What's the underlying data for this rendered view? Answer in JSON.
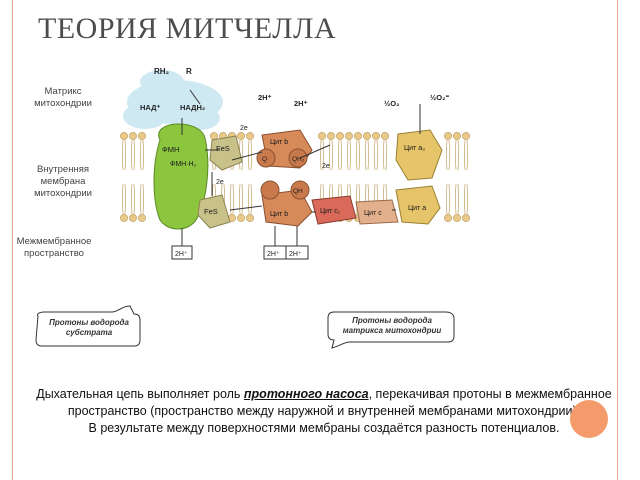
{
  "slide": {
    "title": "ТЕОРИЯ МИТЧЕЛЛА",
    "accent_color": "#f59a6b",
    "frame_color": "#e9a98f"
  },
  "labels": {
    "matrix": [
      "Матрикс",
      "митохондрии"
    ],
    "inner_membrane": [
      "Внутренняя",
      "мембрана",
      "митохондрии"
    ],
    "intermembrane": [
      "Межмембранное",
      "пространство"
    ]
  },
  "diagram": {
    "RH2": "RH₂",
    "R": "R",
    "nad": "НАД⁺",
    "nadh": "НАДН₂",
    "fmn": "ФМН",
    "fmnh": "ФМН·Н₂",
    "fes_top": "FeS",
    "fes_bottom": "FeS",
    "two_e_top": "2e",
    "two_e_mid": "2e",
    "two_e_right": "2e",
    "h_top_1": "2H⁺",
    "h_top_2": "2H⁺",
    "half_o2": "½O₂",
    "half_o2_ion": "½O₂⁼",
    "cyt_b_top": "Цит b",
    "q_top": "Q",
    "qh": "QH₂",
    "q_bottom": "QH",
    "cyt_b_bottom": "Цит b",
    "cyt_c1": "Цит c₁",
    "cyt_c": "Цит c",
    "cyt_a3": "Цит a₃",
    "cyt_a": "Цит a",
    "h_bottom_1": "2H⁺",
    "h_bottom_2": "2H⁺",
    "h_bottom_3": "2H⁺"
  },
  "callouts": {
    "substrate": [
      "Протоны водорода",
      "субстрата"
    ],
    "matrix_protons": [
      "Протоны водорода",
      "матрикса митохондрии"
    ]
  },
  "text": {
    "line1_pre": "Дыхательная цепь выполняет роль ",
    "line1_em": "протонного насоса",
    "line1_post": ", перекачивая протоны в межмембранное пространство (пространство между наружной и внутренней мембранами митохондрии).",
    "line2": "В результате между поверхностями мембраны создаётся разность потенциалов."
  }
}
